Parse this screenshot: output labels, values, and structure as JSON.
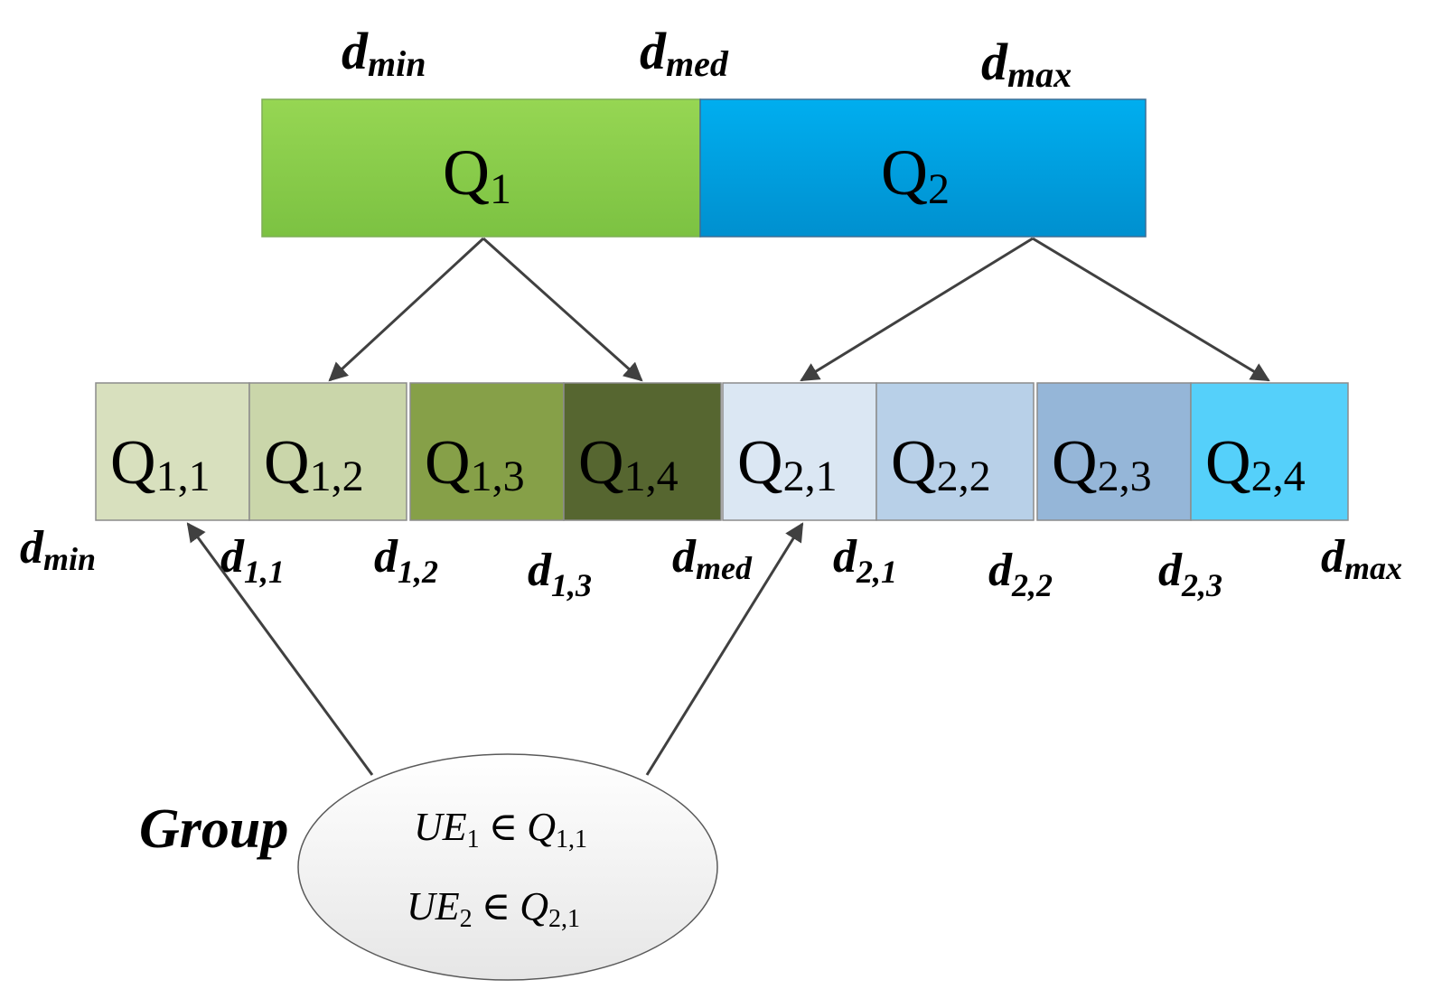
{
  "colors": {
    "q1": "#8fd14f",
    "q2": "#00a3e0",
    "q11": "#d8e0be",
    "q12": "#cad6aa",
    "q13": "#86a048",
    "q14": "#566630",
    "q21": "#dbe7f3",
    "q22": "#b8d0e8",
    "q23": "#95b6d8",
    "q24": "#55d0fa"
  },
  "top_labels": {
    "dmin": {
      "base": "d",
      "sub": "min"
    },
    "dmed": {
      "base": "d",
      "sub": "med"
    },
    "dmax": {
      "base": "d",
      "sub": "max"
    }
  },
  "top_blocks": [
    {
      "base": "Q",
      "sub": "1"
    },
    {
      "base": "Q",
      "sub": "2"
    }
  ],
  "sub_blocks": [
    {
      "base": "Q",
      "sub": "1,1"
    },
    {
      "base": "Q",
      "sub": "1,2"
    },
    {
      "base": "Q",
      "sub": "1,3"
    },
    {
      "base": "Q",
      "sub": "1,4"
    },
    {
      "base": "Q",
      "sub": "2,1"
    },
    {
      "base": "Q",
      "sub": "2,2"
    },
    {
      "base": "Q",
      "sub": "2,3"
    },
    {
      "base": "Q",
      "sub": "2,4"
    }
  ],
  "bottom_labels": [
    {
      "base": "d",
      "sub": "min"
    },
    {
      "base": "d",
      "sub": "1,1"
    },
    {
      "base": "d",
      "sub": "1,2"
    },
    {
      "base": "d",
      "sub": "1,3"
    },
    {
      "base": "d",
      "sub": "med"
    },
    {
      "base": "d",
      "sub": "2,1"
    },
    {
      "base": "d",
      "sub": "2,2"
    },
    {
      "base": "d",
      "sub": "2,3"
    },
    {
      "base": "d",
      "sub": "max"
    }
  ],
  "group": {
    "label": "Group",
    "members": [
      {
        "ue": "UE",
        "ue_sub": "1",
        "op": "∈",
        "q": "Q",
        "q_sub": "1,1"
      },
      {
        "ue": "UE",
        "ue_sub": "2",
        "op": "∈",
        "q": "Q",
        "q_sub": "2,1"
      }
    ]
  }
}
